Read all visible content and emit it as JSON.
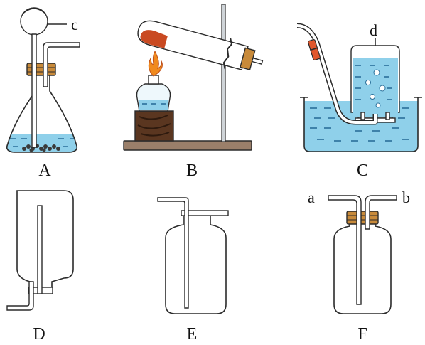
{
  "colors": {
    "line": "#2b2b2b",
    "water": "#8fd0ea",
    "water_dash": "#2a6f9a",
    "cork": "#c88a3a",
    "rubber_tube": "#e0562b",
    "flame": "#f08a1e",
    "wood": "#5a3620",
    "stand_base": "#9a7f6a",
    "glass_fill": "#ffffff",
    "powder": "#c94a22"
  },
  "apparatus": [
    {
      "id": "A",
      "label": "A",
      "callouts": [
        {
          "text": "c"
        }
      ]
    },
    {
      "id": "B",
      "label": "B"
    },
    {
      "id": "C",
      "label": "C",
      "callouts": [
        {
          "text": "d"
        }
      ]
    },
    {
      "id": "D",
      "label": "D"
    },
    {
      "id": "E",
      "label": "E"
    },
    {
      "id": "F",
      "label": "F",
      "callouts": [
        {
          "text": "a"
        },
        {
          "text": "b"
        }
      ]
    }
  ]
}
